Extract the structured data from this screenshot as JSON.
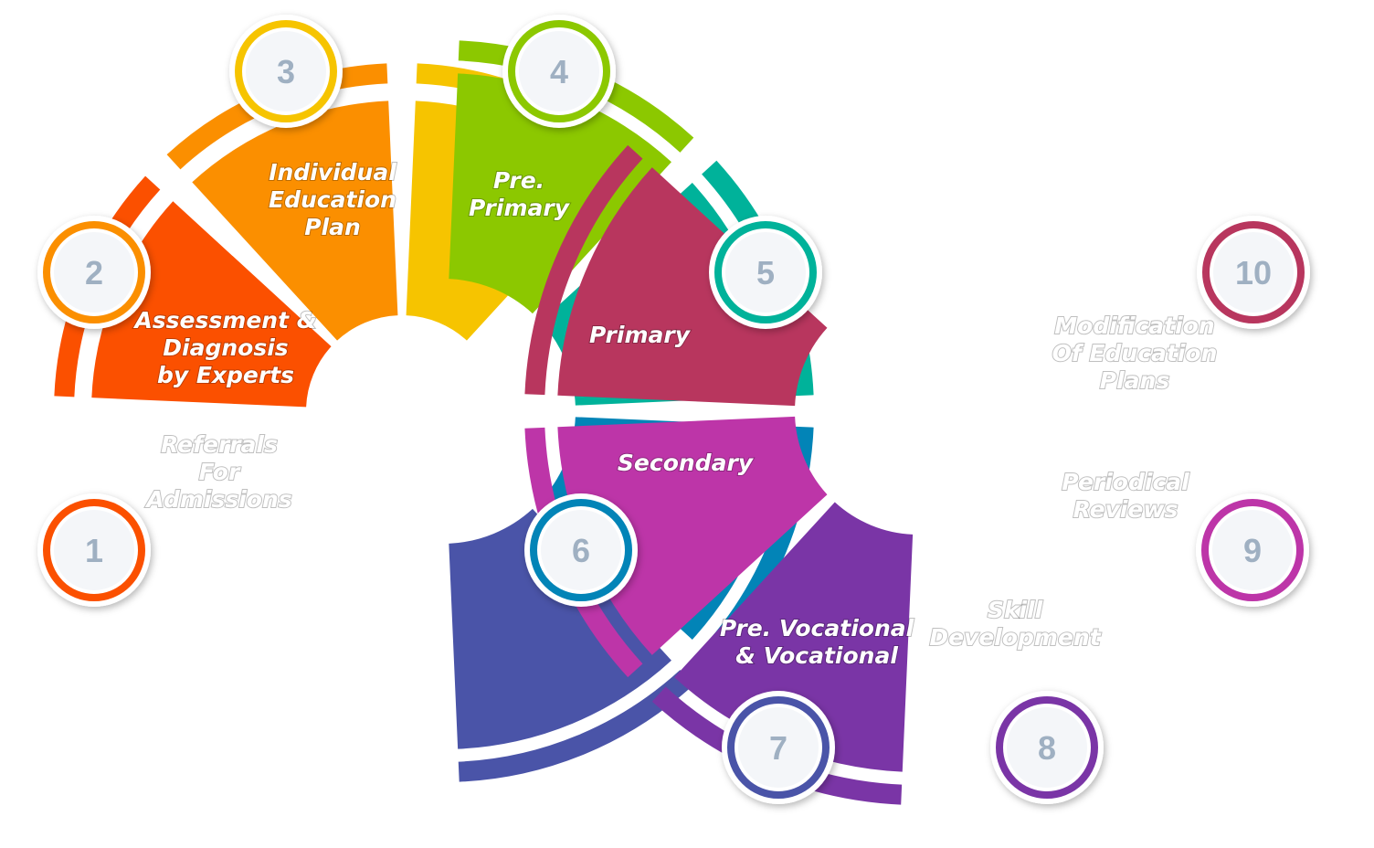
{
  "steps": [
    {
      "number": "1",
      "label_lines": [
        "Referrals",
        "For",
        "Admissions"
      ],
      "color": "#fb5000",
      "ring_color": "#fb5000"
    },
    {
      "number": "2",
      "label_lines": [
        "Assessment &",
        "Diagnosis",
        "by Experts"
      ],
      "color": "#fb8f00",
      "ring_color": "#fb8f00"
    },
    {
      "number": "3",
      "label_lines": [
        "Individual",
        "Education",
        "Plan"
      ],
      "color": "#f6c400",
      "ring_color": "#f6c400"
    },
    {
      "number": "4",
      "label_lines": [
        "Pre.",
        "Primary"
      ],
      "color": "#8cc800",
      "ring_color": "#8cc800"
    },
    {
      "number": "5",
      "label_lines": [
        "Primary"
      ],
      "color": "#00b29a",
      "ring_color": "#00b29a"
    },
    {
      "number": "6",
      "label_lines": [
        "Secondary"
      ],
      "color": "#0284b7",
      "ring_color": "#0284b7"
    },
    {
      "number": "7",
      "label_lines": [
        "Pre. Vocational",
        "& Vocational"
      ],
      "color": "#4a54a8",
      "ring_color": "#4a54a8"
    },
    {
      "number": "8",
      "label_lines": [
        "Skill",
        "Development"
      ],
      "color": "#7a35a6",
      "ring_color": "#7a35a6"
    },
    {
      "number": "9",
      "label_lines": [
        "Periodical",
        "Reviews"
      ],
      "color": "#bd35a8",
      "ring_color": "#bd35a8"
    },
    {
      "number": "10",
      "label_lines": [
        "Modification",
        "Of Education",
        "Plans"
      ],
      "color": "#b8365e",
      "ring_color": "#b8365e"
    }
  ]
}
